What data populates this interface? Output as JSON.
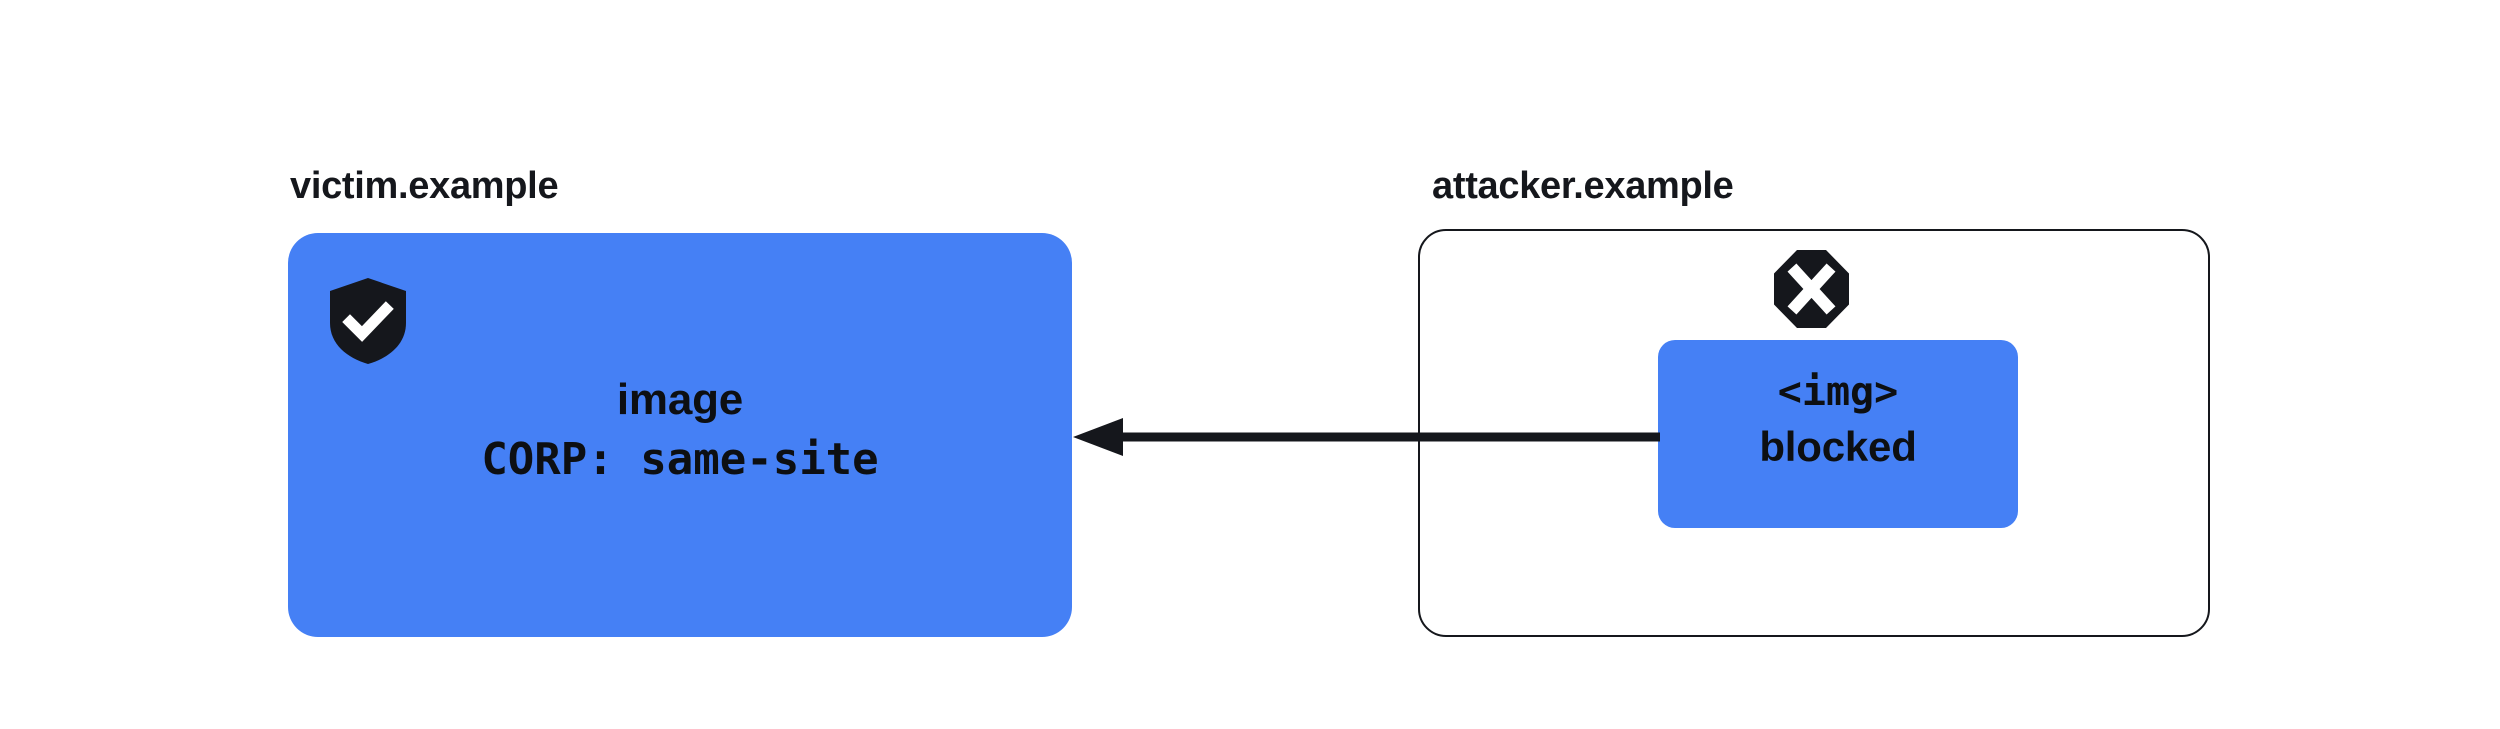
{
  "diagram": {
    "type": "security-flow",
    "background_color": "#ffffff",
    "accent_color": "#4580f5",
    "ink_color": "#15171c",
    "origins": [
      {
        "id": "victim",
        "label": "victim.example",
        "style": "filled",
        "fill_color": "#4580f5",
        "status_icon": "shield-check-icon",
        "status_meaning": "protected",
        "resource": {
          "name": "image",
          "header": "CORP: same-site"
        }
      },
      {
        "id": "attacker",
        "label": "attacker.example",
        "style": "outlined",
        "border_color": "#15171c",
        "status_icon": "octagon-x-icon",
        "status_meaning": "blocked",
        "request": {
          "element": "<img>",
          "state": "blocked"
        }
      }
    ],
    "arrow": {
      "direction": "right-to-left",
      "from": "attacker.example request",
      "to": "victim.example image",
      "color": "#15171c",
      "head": "solid-triangle"
    }
  }
}
